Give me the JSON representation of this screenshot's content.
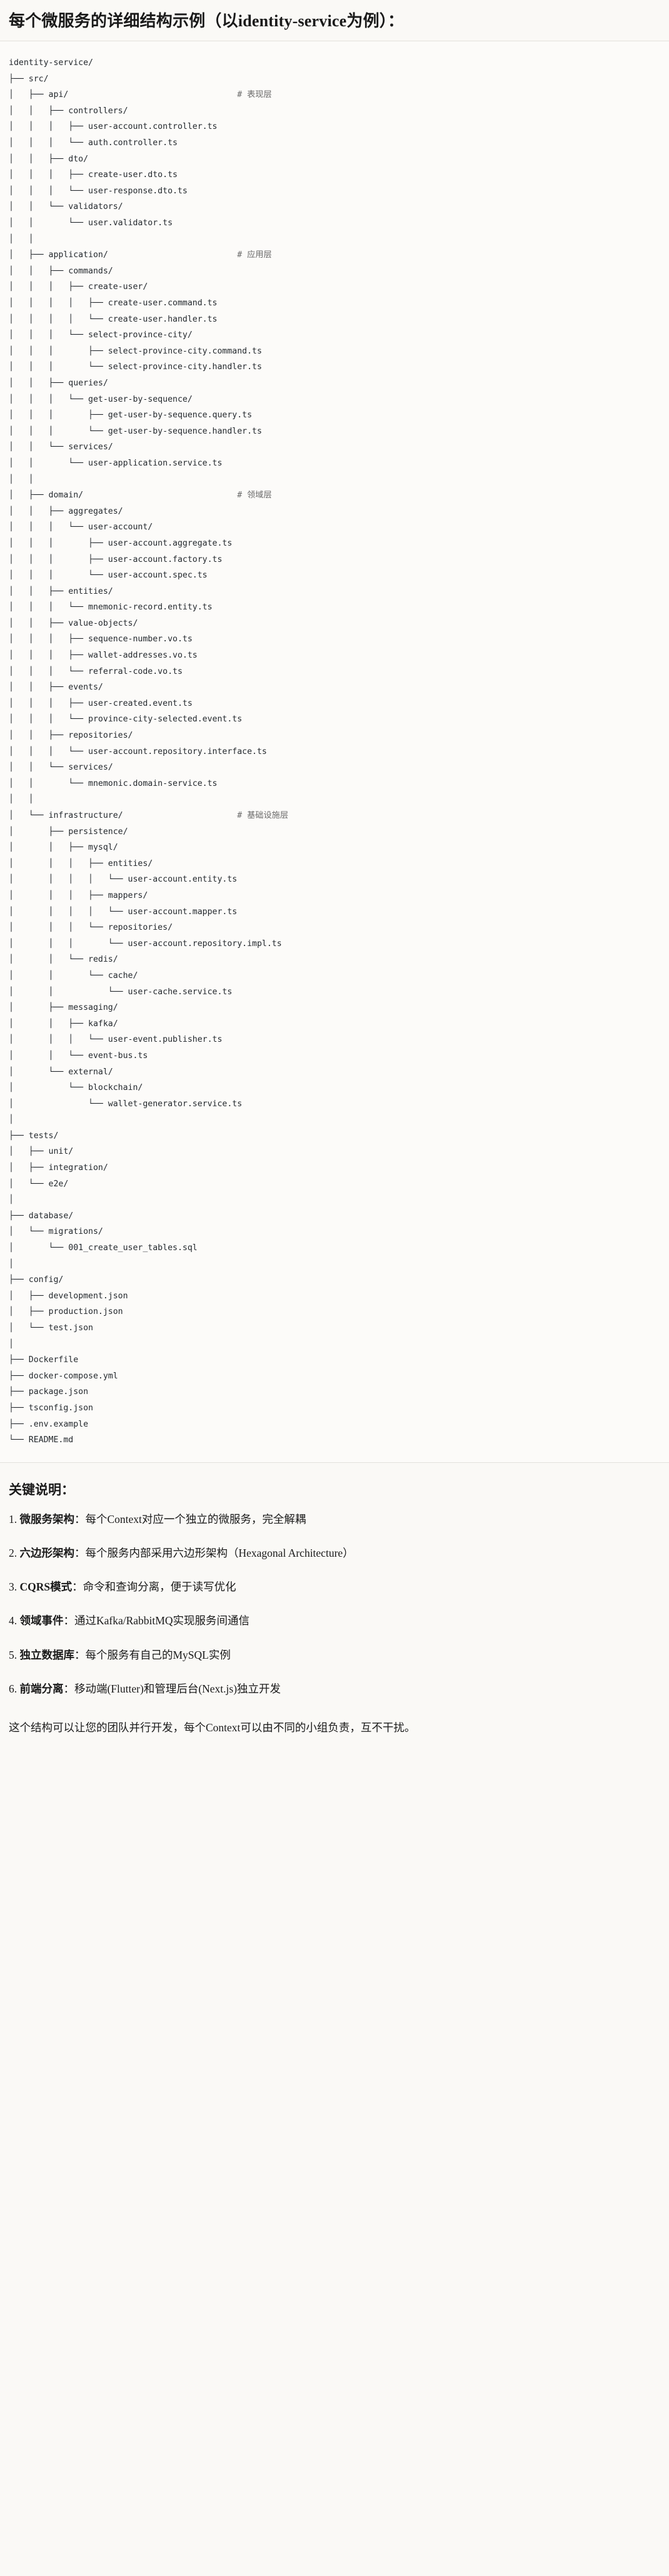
{
  "heading": "每个微服务的详细结构示例（以identity-service为例）：",
  "tree": {
    "root": "identity-service/",
    "lines": [
      "identity-service/",
      "├── src/",
      "│   ├── api/                                  # 表现层",
      "│   │   ├── controllers/",
      "│   │   │   ├── user-account.controller.ts",
      "│   │   │   └── auth.controller.ts",
      "│   │   ├── dto/",
      "│   │   │   ├── create-user.dto.ts",
      "│   │   │   └── user-response.dto.ts",
      "│   │   └── validators/",
      "│   │       └── user.validator.ts",
      "│   │",
      "│   ├── application/                          # 应用层",
      "│   │   ├── commands/",
      "│   │   │   ├── create-user/",
      "│   │   │   │   ├── create-user.command.ts",
      "│   │   │   │   └── create-user.handler.ts",
      "│   │   │   └── select-province-city/",
      "│   │   │       ├── select-province-city.command.ts",
      "│   │   │       └── select-province-city.handler.ts",
      "│   │   ├── queries/",
      "│   │   │   └── get-user-by-sequence/",
      "│   │   │       ├── get-user-by-sequence.query.ts",
      "│   │   │       └── get-user-by-sequence.handler.ts",
      "│   │   └── services/",
      "│   │       └── user-application.service.ts",
      "│   │",
      "│   ├── domain/                               # 领域层",
      "│   │   ├── aggregates/",
      "│   │   │   └── user-account/",
      "│   │   │       ├── user-account.aggregate.ts",
      "│   │   │       ├── user-account.factory.ts",
      "│   │   │       └── user-account.spec.ts",
      "│   │   ├── entities/",
      "│   │   │   └── mnemonic-record.entity.ts",
      "│   │   ├── value-objects/",
      "│   │   │   ├── sequence-number.vo.ts",
      "│   │   │   ├── wallet-addresses.vo.ts",
      "│   │   │   └── referral-code.vo.ts",
      "│   │   ├── events/",
      "│   │   │   ├── user-created.event.ts",
      "│   │   │   └── province-city-selected.event.ts",
      "│   │   ├── repositories/",
      "│   │   │   └── user-account.repository.interface.ts",
      "│   │   └── services/",
      "│   │       └── mnemonic.domain-service.ts",
      "│   │",
      "│   └── infrastructure/                       # 基础设施层",
      "│       ├── persistence/",
      "│       │   ├── mysql/",
      "│       │   │   ├── entities/",
      "│       │   │   │   └── user-account.entity.ts",
      "│       │   │   ├── mappers/",
      "│       │   │   │   └── user-account.mapper.ts",
      "│       │   │   └── repositories/",
      "│       │   │       └── user-account.repository.impl.ts",
      "│       │   └── redis/",
      "│       │       └── cache/",
      "│       │           └── user-cache.service.ts",
      "│       ├── messaging/",
      "│       │   ├── kafka/",
      "│       │   │   └── user-event.publisher.ts",
      "│       │   └── event-bus.ts",
      "│       └── external/",
      "│           └── blockchain/",
      "│               └── wallet-generator.service.ts",
      "│",
      "├── tests/",
      "│   ├── unit/",
      "│   ├── integration/",
      "│   └── e2e/",
      "│",
      "├── database/",
      "│   └── migrations/",
      "│       └── 001_create_user_tables.sql",
      "│",
      "├── config/",
      "│   ├── development.json",
      "│   ├── production.json",
      "│   └── test.json",
      "│",
      "├── Dockerfile",
      "├── docker-compose.yml",
      "├── package.json",
      "├── tsconfig.json",
      "├── .env.example",
      "└── README.md"
    ],
    "comments": [
      "# 表现层",
      "# 应用层",
      "# 领域层",
      "# 基础设施层"
    ]
  },
  "keys": {
    "title": "关键说明：",
    "items": [
      {
        "num": "1.",
        "term": "微服务架构",
        "sep": "：",
        "desc": "每个Context对应一个独立的微服务，完全解耦"
      },
      {
        "num": "2.",
        "term": "六边形架构",
        "sep": "：",
        "desc": "每个服务内部采用六边形架构（Hexagonal Architecture）"
      },
      {
        "num": "3.",
        "term": "CQRS模式",
        "sep": "：",
        "desc": "命令和查询分离，便于读写优化"
      },
      {
        "num": "4.",
        "term": "领域事件",
        "sep": "：",
        "desc": "通过Kafka/RabbitMQ实现服务间通信"
      },
      {
        "num": "5.",
        "term": "独立数据库",
        "sep": "：",
        "desc": "每个服务有自己的MySQL实例"
      },
      {
        "num": "6.",
        "term": "前端分离",
        "sep": "：",
        "desc": "移动端(Flutter)和管理后台(Next.js)独立开发"
      }
    ],
    "closing": "这个结构可以让您的团队并行开发，每个Context可以由不同的小组负责，互不干扰。"
  },
  "colors": {
    "page_bg": "#faf9f6",
    "code_bg": "#fcfbf9",
    "text": "#1a1a1a",
    "code_text": "#24292e",
    "comment": "#6a6a6a",
    "rule": "#e3e1dc"
  }
}
